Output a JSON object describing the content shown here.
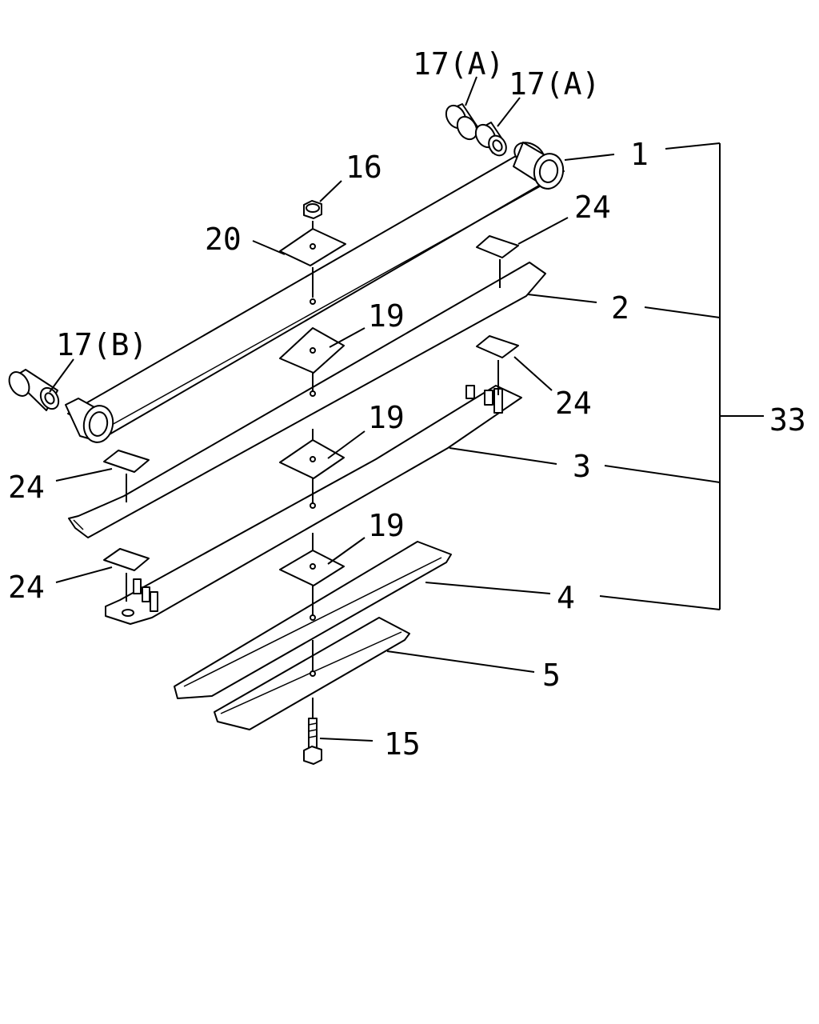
{
  "callouts": {
    "c17a_1": "17(A)",
    "c17a_2": "17(A)",
    "c1": "1",
    "c16": "16",
    "c24_top": "24",
    "c20": "20",
    "c2": "2",
    "c17b": "17(B)",
    "c19_1": "19",
    "c24_mid": "24",
    "c33": "33",
    "c19_2": "19",
    "c3": "3",
    "c24_left1": "24",
    "c19_3": "19",
    "c24_left2": "24",
    "c4": "4",
    "c5": "5",
    "c15": "15"
  }
}
